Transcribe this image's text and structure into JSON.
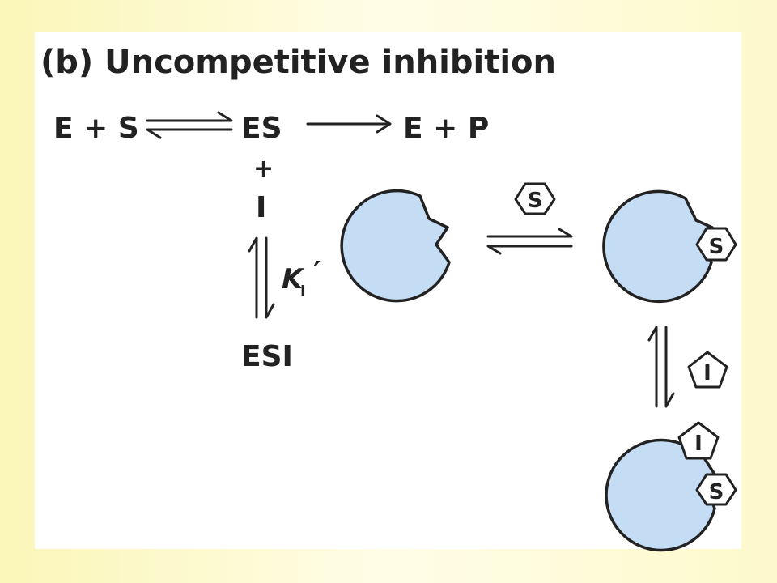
{
  "title": "(b) Uncompetitive inhibition",
  "scheme": {
    "e_plus_s": "E + S",
    "es": "ES",
    "e_plus_p": "E + P",
    "plus": "+",
    "inhibitor": "I",
    "constant": "K",
    "constant_sub": "I",
    "constant_prime": "′",
    "esi": "ESI"
  },
  "cartoon": {
    "substrate_glyph": "S",
    "inhibitor_glyph": "I"
  },
  "colors": {
    "enzyme_fill": "#c5dcf5",
    "ink": "#222222",
    "background": "#fdf9cc"
  }
}
